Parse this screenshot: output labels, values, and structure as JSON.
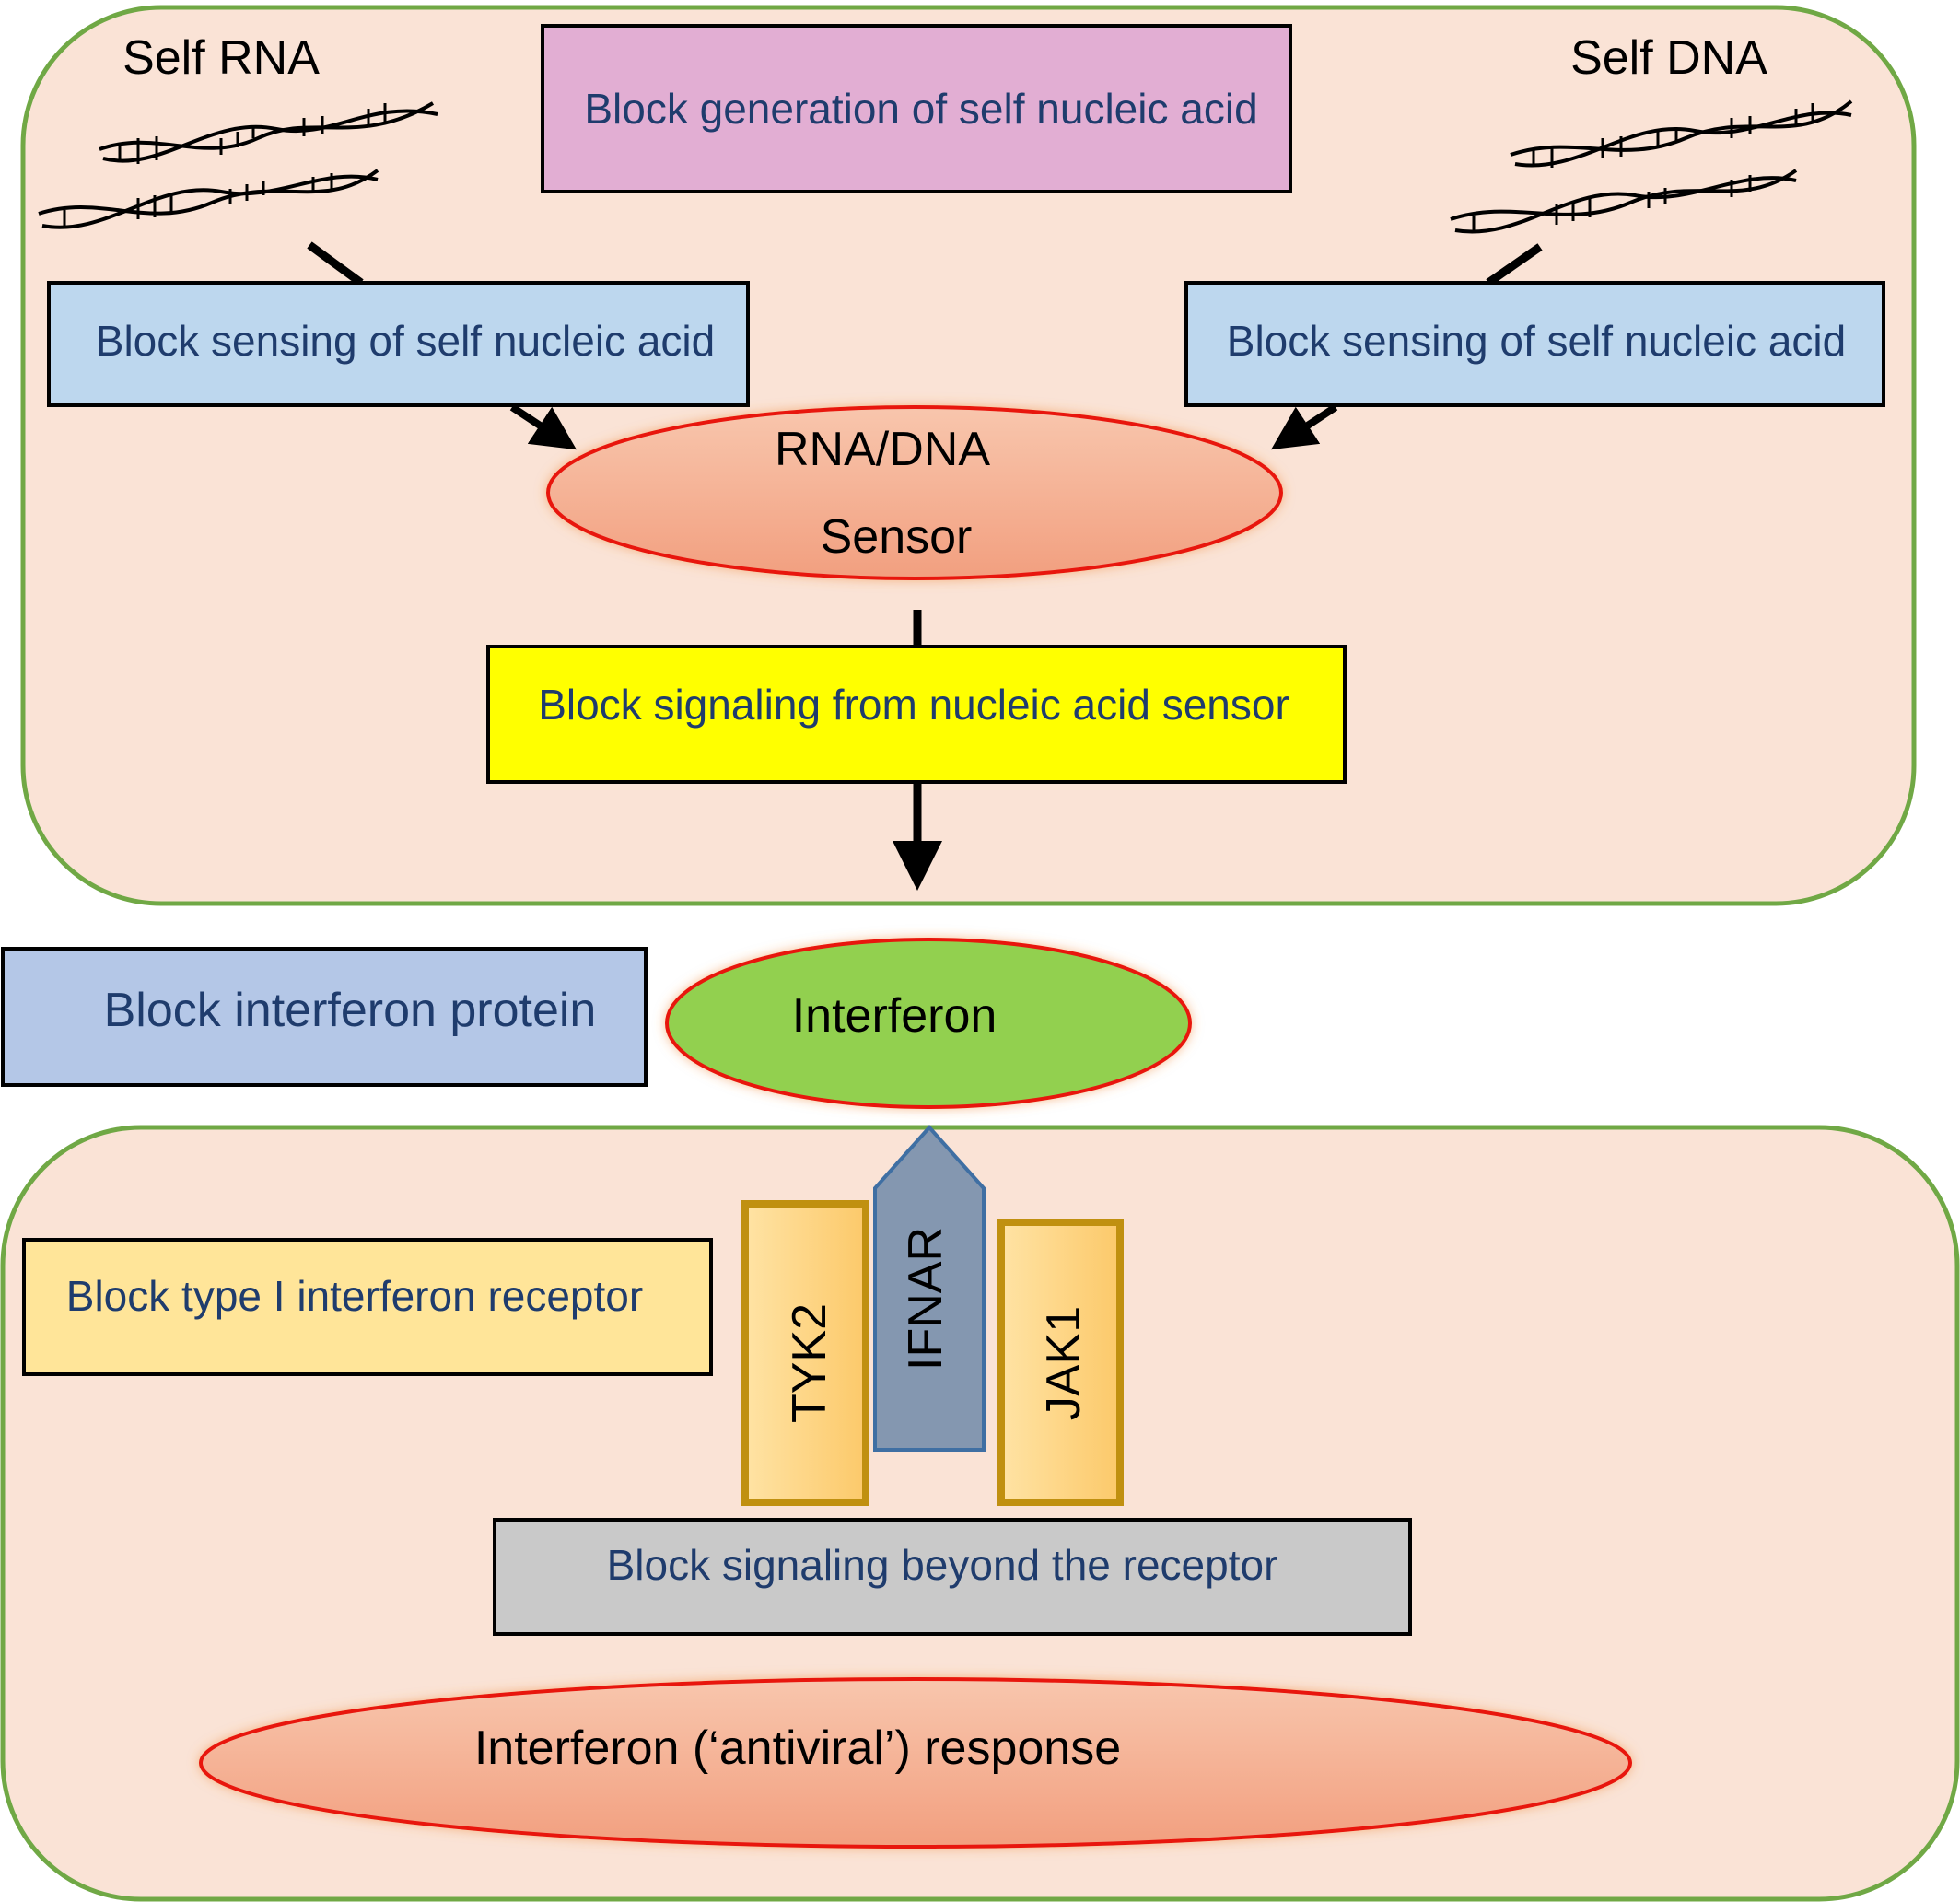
{
  "labels": {
    "self_rna": "Self RNA",
    "self_dna": "Self DNA",
    "block_generation": "Block generation of self nucleic acid",
    "block_sensing_left": "Block sensing of self nucleic acid",
    "block_sensing_right": "Block sensing of self nucleic acid",
    "sensor_line1": "RNA/DNA",
    "sensor_line2": "Sensor",
    "block_signaling_sensor": "Block signaling from nucleic acid sensor",
    "block_interferon_protein": "Block interferon protein",
    "interferon": "Interferon",
    "block_receptor": "Block type I interferon receptor",
    "tyk2": "TYK2",
    "ifnar": "IFNAR",
    "jak1": "JAK1",
    "block_signaling_beyond": "Block signaling beyond the receptor",
    "response": "Interferon (‘antiviral’) response"
  },
  "colors": {
    "cell_fill": "#fae3d6",
    "cell_border": "#70a845",
    "generation_box": "#e2aed3",
    "sensing_box": "#bdd7ee",
    "signaling_box": "#ffff00",
    "interferon_protein_box": "#b4c7e7",
    "receptor_box": "#ffe599",
    "kinase_fill": "#fdd27c",
    "kinase_border": "#c09010",
    "ifnar_fill": "#8497b0",
    "ifnar_border": "#3f6fa3",
    "beyond_box": "#c9c9c9",
    "ellipse_salmon": "#f4b093",
    "ellipse_green": "#92d050",
    "ellipse_border": "#e8120c",
    "label_blue": "#1f3c6d"
  }
}
